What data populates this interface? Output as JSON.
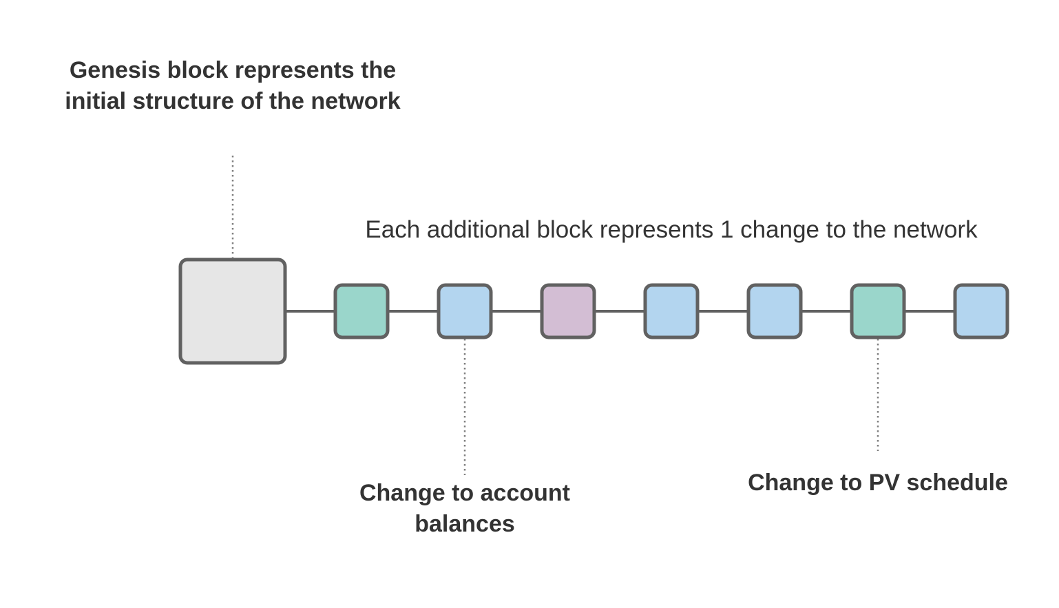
{
  "labels": {
    "genesis": "Genesis block represents the initial structure of the network",
    "additional": "Each additional block represents 1 change to the network",
    "account_balances": "Change to account balances",
    "pv_schedule": "Change to PV schedule"
  },
  "colors": {
    "stroke": "#616161",
    "connector": "#616161",
    "genesis_fill": "#e6e6e6",
    "text": "#333333"
  },
  "blocks": [
    {
      "name": "genesis-block",
      "kind": "genesis",
      "fill": "#e6e6e6"
    },
    {
      "name": "block-1",
      "kind": "change",
      "fill": "#9ad6cb"
    },
    {
      "name": "block-2",
      "kind": "change",
      "fill": "#b3d5ef"
    },
    {
      "name": "block-3",
      "kind": "change",
      "fill": "#d3bed4"
    },
    {
      "name": "block-4",
      "kind": "change",
      "fill": "#b3d5ef"
    },
    {
      "name": "block-5",
      "kind": "change",
      "fill": "#b3d5ef"
    },
    {
      "name": "block-6",
      "kind": "change",
      "fill": "#9ad6cb"
    },
    {
      "name": "block-7",
      "kind": "change",
      "fill": "#b3d5ef"
    }
  ]
}
